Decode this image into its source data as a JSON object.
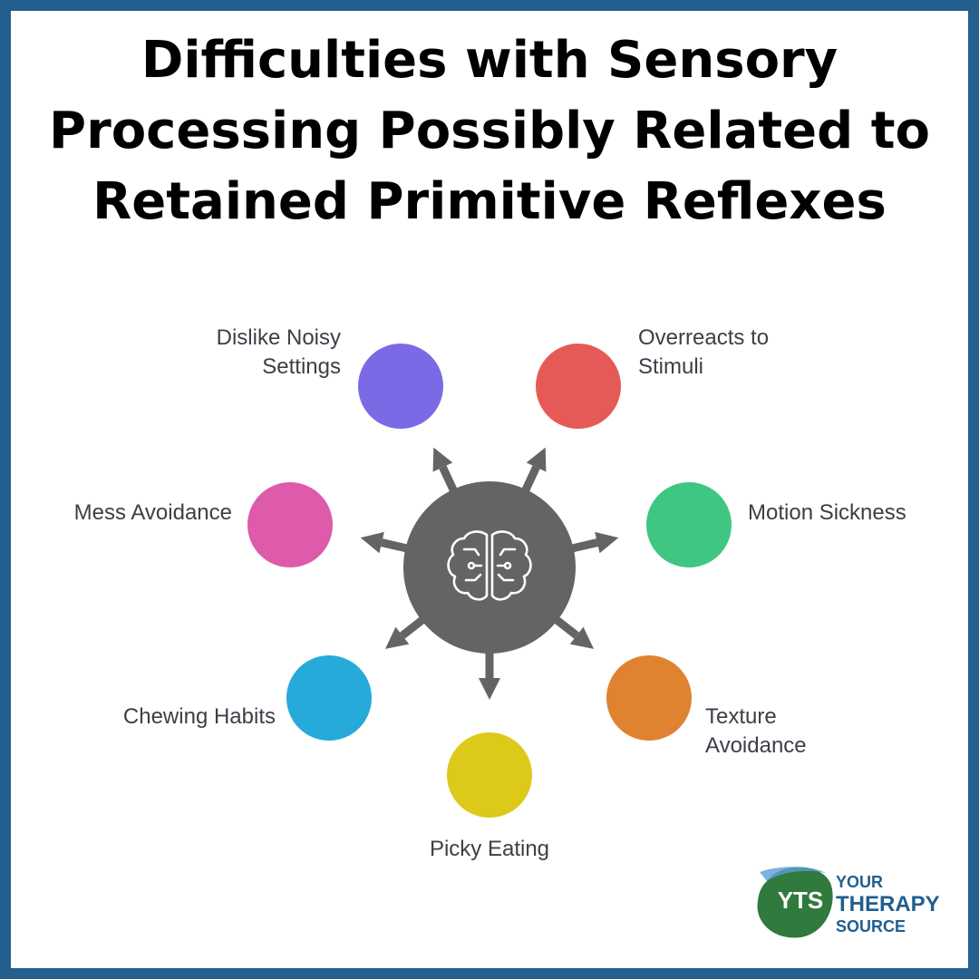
{
  "title": {
    "line1": "Difficulties with Sensory",
    "line2": "Processing Possibly Related to",
    "line3": "Retained Primitive Reflexes"
  },
  "center_icon": "brain-circuit-icon",
  "nodes": [
    {
      "id": "dislike-noisy-settings",
      "line1": "Dislike Noisy",
      "line2": "Settings",
      "color": "#7b6ae6"
    },
    {
      "id": "overreacts-to-stimuli",
      "line1": "Overreacts to",
      "line2": "Stimuli",
      "color": "#e55a57"
    },
    {
      "id": "mess-avoidance",
      "line1": "Mess Avoidance",
      "line2": "",
      "color": "#de5aab"
    },
    {
      "id": "motion-sickness",
      "line1": "Motion Sickness",
      "line2": "",
      "color": "#3ec682"
    },
    {
      "id": "chewing-habits",
      "line1": "Chewing Habits",
      "line2": "",
      "color": "#25aad9"
    },
    {
      "id": "texture-avoidance",
      "line1": "Texture",
      "line2": "Avoidance",
      "color": "#df8330"
    },
    {
      "id": "picky-eating",
      "line1": "Picky Eating",
      "line2": "",
      "color": "#ddc91a"
    }
  ],
  "hub_color": "#646464",
  "border_color": "#24608f",
  "logo": {
    "mark": "YTS",
    "line1": "YOUR",
    "line2": "THERAPY",
    "line3": "SOURCE",
    "primary_color": "#2f7a3c",
    "secondary_color": "#1f5f91"
  }
}
